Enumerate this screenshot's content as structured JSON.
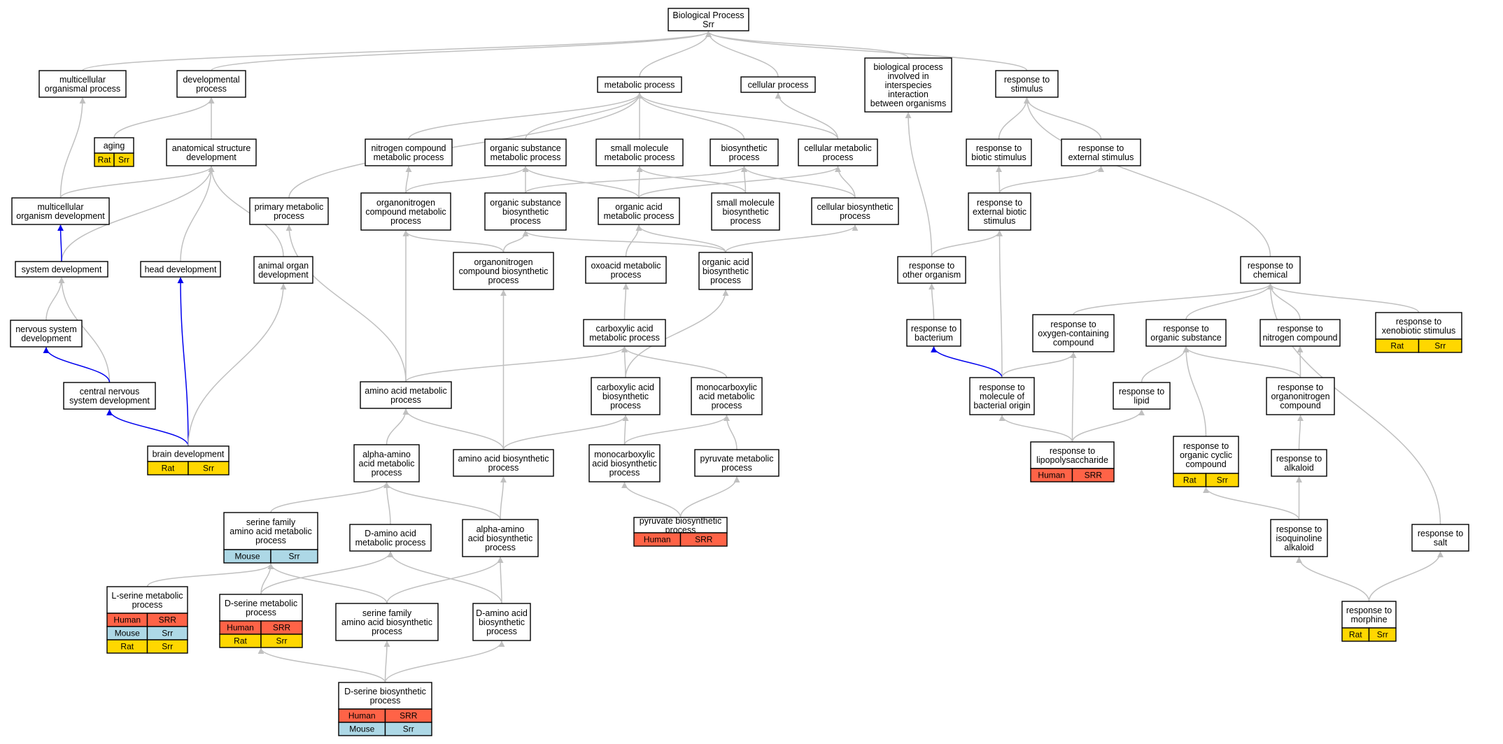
{
  "colors": {
    "edge_gray": "#c0c0c0",
    "edge_blue": "#0000ee",
    "Human": "#ff6347",
    "Mouse": "#add8e6",
    "Rat": "#ffd700"
  },
  "nodes": [
    {
      "id": "bp",
      "lines": [
        "Biological Process",
        "Srr"
      ]
    },
    {
      "id": "multicell",
      "lines": [
        "multicellular",
        "organismal process"
      ]
    },
    {
      "id": "devproc",
      "lines": [
        "developmental",
        "process"
      ]
    },
    {
      "id": "metab",
      "lines": [
        "metabolic process"
      ]
    },
    {
      "id": "cellproc",
      "lines": [
        "cellular process"
      ]
    },
    {
      "id": "interspec",
      "lines": [
        "biological process",
        "involved in",
        "interspecies",
        "interaction",
        "between organisms"
      ]
    },
    {
      "id": "respstim",
      "lines": [
        "response to",
        "stimulus"
      ]
    },
    {
      "id": "aging",
      "lines": [
        "aging"
      ],
      "ann": [
        [
          "Rat",
          "Srr"
        ]
      ]
    },
    {
      "id": "anatdev",
      "lines": [
        "anatomical structure",
        "development"
      ]
    },
    {
      "id": "nitcomp",
      "lines": [
        "nitrogen compound",
        "metabolic process"
      ]
    },
    {
      "id": "orgsub",
      "lines": [
        "organic substance",
        "metabolic process"
      ]
    },
    {
      "id": "smallmol",
      "lines": [
        "small molecule",
        "metabolic process"
      ]
    },
    {
      "id": "biosyn",
      "lines": [
        "biosynthetic",
        "process"
      ]
    },
    {
      "id": "cellmetab",
      "lines": [
        "cellular metabolic",
        "process"
      ]
    },
    {
      "id": "respbiotic",
      "lines": [
        "response to",
        "biotic stimulus"
      ]
    },
    {
      "id": "respext",
      "lines": [
        "response to",
        "external stimulus"
      ]
    },
    {
      "id": "mcorgdev",
      "lines": [
        "multicellular",
        "organism development"
      ]
    },
    {
      "id": "primmet",
      "lines": [
        "primary metabolic",
        "process"
      ]
    },
    {
      "id": "orgnitmet",
      "lines": [
        "organonitrogen",
        "compound metabolic",
        "process"
      ]
    },
    {
      "id": "orgsubbio",
      "lines": [
        "organic substance",
        "biosynthetic",
        "process"
      ]
    },
    {
      "id": "orgacid",
      "lines": [
        "organic acid",
        "metabolic process"
      ]
    },
    {
      "id": "smallmolbio",
      "lines": [
        "small molecule",
        "biosynthetic",
        "process"
      ]
    },
    {
      "id": "cellbio",
      "lines": [
        "cellular biosynthetic",
        "process"
      ]
    },
    {
      "id": "respextbio",
      "lines": [
        "response to",
        "external biotic",
        "stimulus"
      ]
    },
    {
      "id": "sysdev",
      "lines": [
        "system development"
      ]
    },
    {
      "id": "headdev",
      "lines": [
        "head development"
      ]
    },
    {
      "id": "animorg",
      "lines": [
        "animal organ",
        "development"
      ]
    },
    {
      "id": "orgnitbio",
      "lines": [
        "organonitrogen",
        "compound biosynthetic",
        "process"
      ]
    },
    {
      "id": "oxoacid",
      "lines": [
        "oxoacid metabolic",
        "process"
      ]
    },
    {
      "id": "orgacidbio",
      "lines": [
        "organic acid",
        "biosynthetic",
        "process"
      ]
    },
    {
      "id": "respother",
      "lines": [
        "response to",
        "other organism"
      ]
    },
    {
      "id": "respchem",
      "lines": [
        "response to",
        "chemical"
      ]
    },
    {
      "id": "nervdev",
      "lines": [
        "nervous system",
        "development"
      ]
    },
    {
      "id": "carbox",
      "lines": [
        "carboxylic acid",
        "metabolic process"
      ]
    },
    {
      "id": "respbact",
      "lines": [
        "response to",
        "bacterium"
      ]
    },
    {
      "id": "respoxy",
      "lines": [
        "response to",
        "oxygen-containing",
        "compound"
      ]
    },
    {
      "id": "resporgsub",
      "lines": [
        "response to",
        "organic substance"
      ]
    },
    {
      "id": "respnit",
      "lines": [
        "response to",
        "nitrogen compound"
      ]
    },
    {
      "id": "respxeno",
      "lines": [
        "response to",
        "xenobiotic stimulus"
      ],
      "ann": [
        [
          "Rat",
          "Srr"
        ]
      ]
    },
    {
      "id": "cnsdev",
      "lines": [
        "central nervous",
        "system development"
      ]
    },
    {
      "id": "aamet",
      "lines": [
        "amino acid metabolic",
        "process"
      ]
    },
    {
      "id": "carboxbio",
      "lines": [
        "carboxylic acid",
        "biosynthetic",
        "process"
      ]
    },
    {
      "id": "monocarb",
      "lines": [
        "monocarboxylic",
        "acid metabolic",
        "process"
      ]
    },
    {
      "id": "respmolbact",
      "lines": [
        "response to",
        "molecule of",
        "bacterial origin"
      ]
    },
    {
      "id": "resplipid",
      "lines": [
        "response to",
        "lipid"
      ]
    },
    {
      "id": "resporgnit",
      "lines": [
        "response to",
        "organonitrogen",
        "compound"
      ]
    },
    {
      "id": "braindev",
      "lines": [
        "brain development"
      ],
      "ann": [
        [
          "Rat",
          "Srr"
        ]
      ]
    },
    {
      "id": "alphaaa",
      "lines": [
        "alpha-amino",
        "acid metabolic",
        "process"
      ]
    },
    {
      "id": "aabio",
      "lines": [
        "amino acid biosynthetic",
        "process"
      ]
    },
    {
      "id": "monocarbbio",
      "lines": [
        "monocarboxylic",
        "acid biosynthetic",
        "process"
      ]
    },
    {
      "id": "pyrmet",
      "lines": [
        "pyruvate metabolic",
        "process"
      ]
    },
    {
      "id": "resplps",
      "lines": [
        "response to",
        "lipopolysaccharide"
      ],
      "ann": [
        [
          "Human",
          "SRR"
        ]
      ]
    },
    {
      "id": "resporgcyc",
      "lines": [
        "response to",
        "organic cyclic",
        "compound"
      ],
      "ann": [
        [
          "Rat",
          "Srr"
        ]
      ]
    },
    {
      "id": "respalk",
      "lines": [
        "response to",
        "alkaloid"
      ]
    },
    {
      "id": "serfam",
      "lines": [
        "serine family",
        "amino acid metabolic",
        "process"
      ],
      "ann": [
        [
          "Mouse",
          "Srr"
        ]
      ]
    },
    {
      "id": "daamet",
      "lines": [
        "D-amino acid",
        "metabolic process"
      ]
    },
    {
      "id": "alphaaabio",
      "lines": [
        "alpha-amino",
        "acid biosynthetic",
        "process"
      ]
    },
    {
      "id": "pyrbio",
      "lines": [
        "pyruvate biosynthetic",
        "process"
      ],
      "ann": [
        [
          "Human",
          "SRR"
        ]
      ]
    },
    {
      "id": "respiso",
      "lines": [
        "response to",
        "isoquinoline",
        "alkaloid"
      ]
    },
    {
      "id": "respsalt",
      "lines": [
        "response to",
        "salt"
      ]
    },
    {
      "id": "lser",
      "lines": [
        "L-serine metabolic",
        "process"
      ],
      "ann": [
        [
          "Human",
          "SRR"
        ],
        [
          "Mouse",
          "Srr"
        ],
        [
          "Rat",
          "Srr"
        ]
      ]
    },
    {
      "id": "dser",
      "lines": [
        "D-serine metabolic",
        "process"
      ],
      "ann": [
        [
          "Human",
          "SRR"
        ],
        [
          "Rat",
          "Srr"
        ]
      ]
    },
    {
      "id": "serfambio",
      "lines": [
        "serine family",
        "amino acid biosynthetic",
        "process"
      ]
    },
    {
      "id": "daabio",
      "lines": [
        "D-amino acid",
        "biosynthetic",
        "process"
      ]
    },
    {
      "id": "respmorph",
      "lines": [
        "response to",
        "morphine"
      ],
      "ann": [
        [
          "Rat",
          "Srr"
        ]
      ]
    },
    {
      "id": "dserbio",
      "lines": [
        "D-serine biosynthetic",
        "process"
      ],
      "ann": [
        [
          "Human",
          "SRR"
        ],
        [
          "Mouse",
          "Srr"
        ]
      ]
    }
  ]
}
